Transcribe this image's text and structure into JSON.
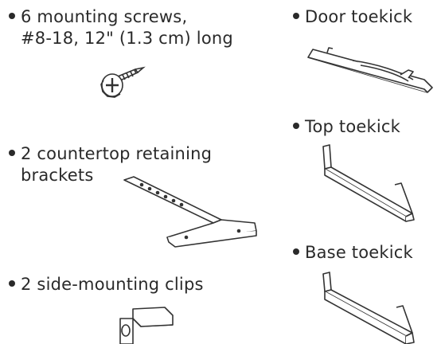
{
  "items": {
    "screws": {
      "line1": "6 mounting screws,",
      "line2": "#8-18, 12\" (1.3 cm) long"
    },
    "brackets": {
      "line1": "2 countertop retaining",
      "line2": "brackets"
    },
    "clips": {
      "line1": "2 side-mounting clips"
    },
    "door_toekick": {
      "line1": "Door toekick"
    },
    "top_toekick": {
      "line1": "Top toekick"
    },
    "base_toekick": {
      "line1": "Base toekick"
    }
  }
}
